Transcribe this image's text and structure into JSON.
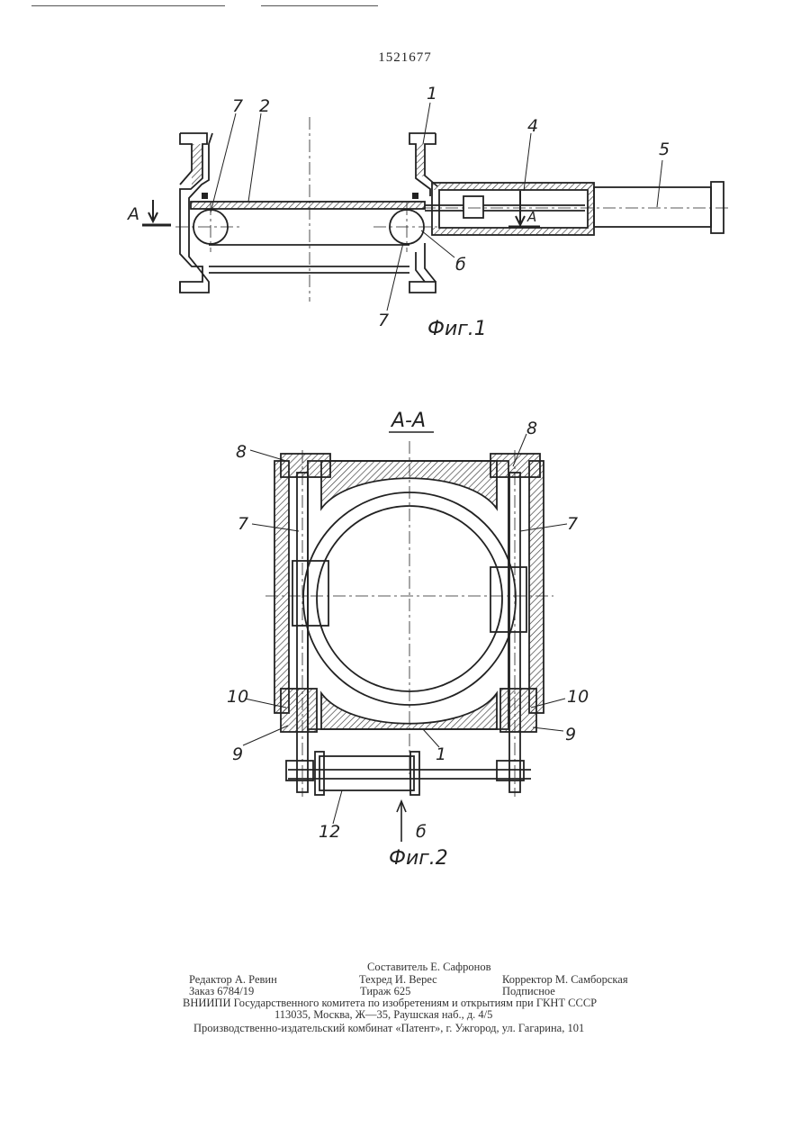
{
  "patent_number": "1521677",
  "figure1": {
    "caption": "Фиг.1",
    "section_mark": "A",
    "labels": {
      "p1": "1",
      "p2": "2",
      "p4": "4",
      "p5": "5",
      "p6": "б",
      "p7a": "7",
      "p7b": "7",
      "arrowA": "A"
    }
  },
  "figure2": {
    "caption": "Фиг.2",
    "section_title": "A-A",
    "labels": {
      "p8l": "8",
      "p8r": "8",
      "p7l": "7",
      "p7r": "7",
      "p10l": "10",
      "p10r": "10",
      "p9l": "9",
      "p9r": "9",
      "p1": "1",
      "p12": "12",
      "pB": "б"
    }
  },
  "imprint": {
    "compiler": "Составитель Е. Сафронов",
    "editor": "Редактор А. Ревин",
    "techred": "Техред И. Верес",
    "corrector": "Корректор М. Самборская",
    "order": "Заказ 6784/19",
    "circulation": "Тираж 625",
    "subscription": "Подписное",
    "institute": "ВНИИПИ Государственного комитета по изобретениям и открытиям при ГКНТ СССР",
    "address": "113035, Москва, Ж—35, Раушская наб., д. 4/5",
    "plant": "Производственно-издательский комбинат «Патент», г. Ужгород, ул. Гагарина, 101"
  }
}
